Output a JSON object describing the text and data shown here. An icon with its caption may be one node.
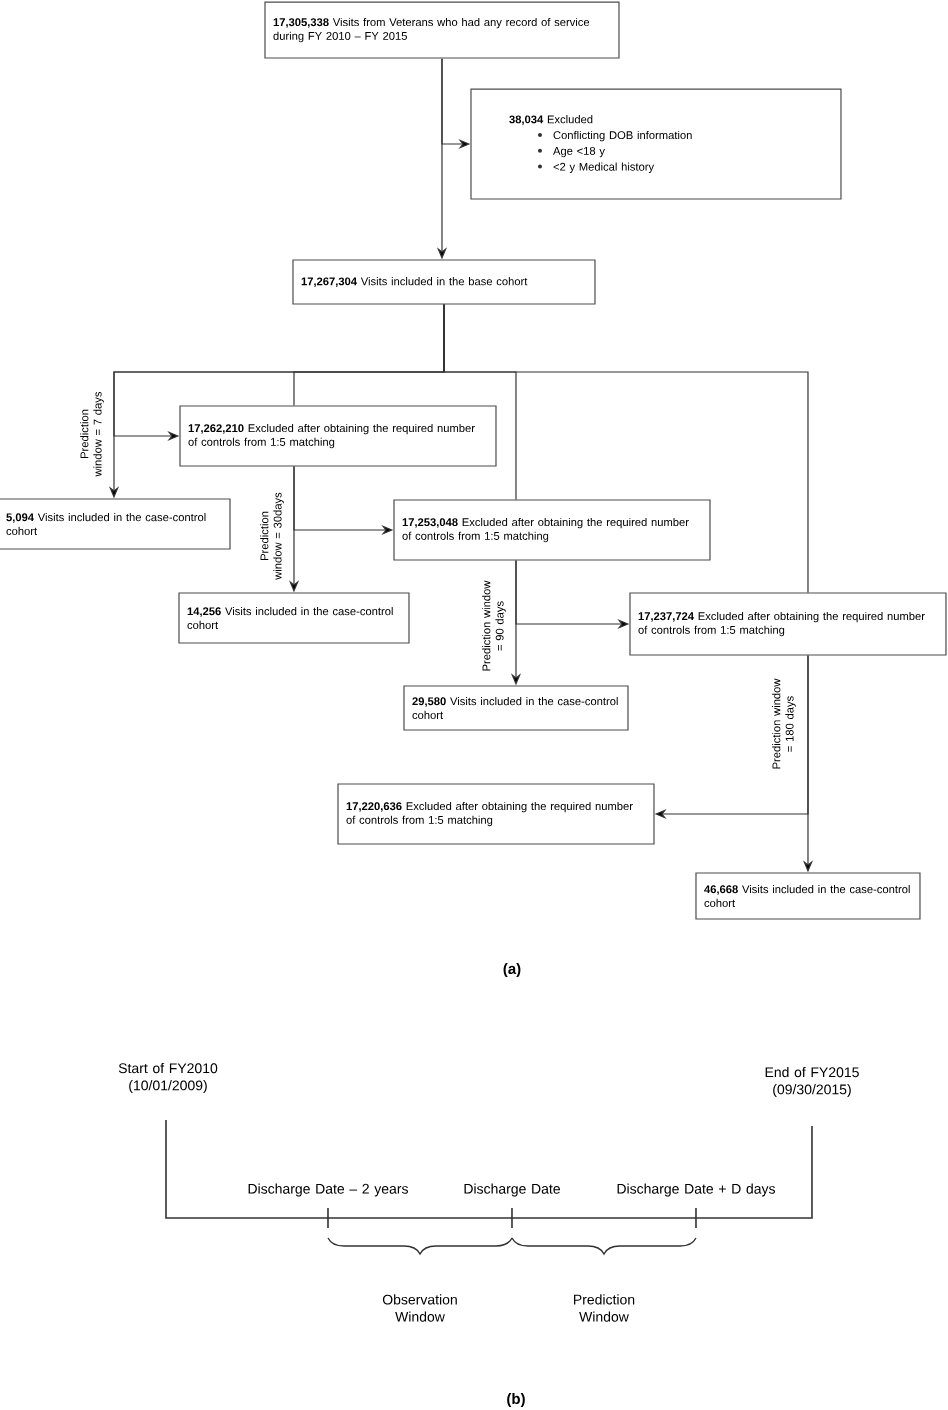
{
  "diagram": {
    "nodes": [
      {
        "text": [
          "**17,305,338** Visits from Veterans who had any record of service during FY 2010 – FY 2015"
        ]
      },
      {
        "text": [
          "**38,034** Excluded",
          "Conflicting DOB information",
          "Age <18 y",
          "<2 y Medical history"
        ]
      },
      {
        "text": [
          "**17,267,304** Visits included in the base cohort"
        ]
      },
      {
        "text": [
          "**17,262,210** Excluded after obtaining the required number of controls from 1:5 matching"
        ]
      },
      {
        "text": [
          "**5,094** Visits included in the case-control cohort"
        ]
      },
      {
        "text": [
          "**17,253,048** Excluded after obtaining the required number of controls from 1:5 matching"
        ]
      },
      {
        "text": [
          "**14,256** Visits included in the case-control cohort"
        ]
      },
      {
        "text": [
          "**17,237,724** Excluded after obtaining the required number of controls from 1:5 matching"
        ]
      },
      {
        "text": [
          "**29,580** Visits included in the case-control cohort"
        ]
      },
      {
        "text": [
          "**17,220,636** Excluded after obtaining the required number of controls from 1:5 matching"
        ]
      },
      {
        "text": [
          "**46,668** Visits included in the case-control cohort"
        ]
      }
    ],
    "edges": [
      {
        "from": 0,
        "to": 2,
        "arrow": "to"
      },
      {
        "from": 0,
        "to": 1,
        "arrow": "to"
      },
      {
        "from": 2,
        "to": 4,
        "arrow": "to",
        "label": "Prediction window = 7 days"
      },
      {
        "from": 2,
        "to": 3,
        "arrow": "to"
      },
      {
        "from": 2,
        "to": 3,
        "arrow": "none"
      },
      {
        "from": 3,
        "to": 6,
        "arrow": "to",
        "label": "Prediction window = 30days"
      },
      {
        "from": 3,
        "to": 5,
        "arrow": "to"
      },
      {
        "from": 2,
        "to": 5,
        "arrow": "none"
      },
      {
        "from": 5,
        "to": 8,
        "arrow": "to",
        "label": "Prediction window = 90 days"
      },
      {
        "from": 5,
        "to": 7,
        "arrow": "to"
      },
      {
        "from": 2,
        "to": 7,
        "arrow": "none"
      },
      {
        "from": 7,
        "to": 10,
        "arrow": "to",
        "label": "Prediction window = 180 days"
      },
      {
        "from": 7,
        "to": 9,
        "arrow": "to"
      }
    ],
    "labels": [
      "(a)",
      "Start of FY2010 (10/01/2009)",
      "End of FY2015 (09/30/2015)",
      "Discharge Date – 2 years",
      "Discharge Date",
      "Discharge Date + D days",
      "Observation Window",
      "Prediction Window",
      "(b)"
    ]
  }
}
